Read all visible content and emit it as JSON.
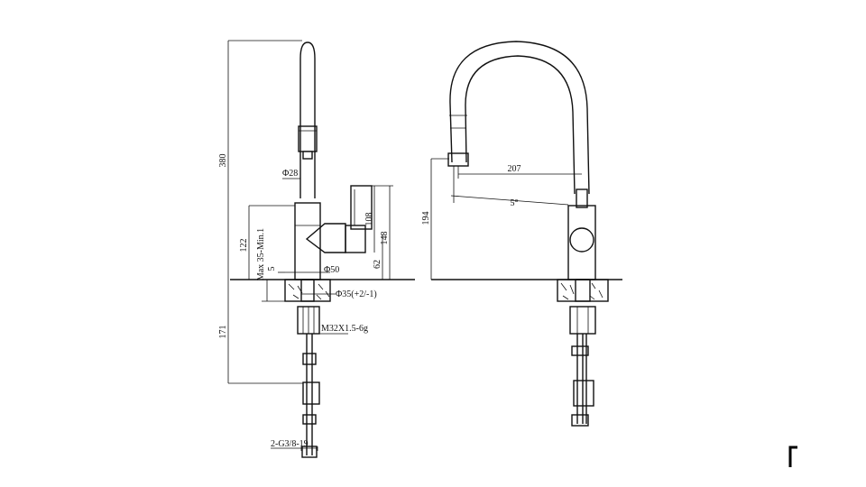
{
  "drawing": {
    "side_view": {
      "dims": {
        "total_height": "380",
        "spout_diameter": "Φ28",
        "body_height": "122",
        "handle_height": "108",
        "handle_block": "148",
        "handle_offset": "62",
        "mount_thickness": "Max 35-Min.1",
        "rim": "5",
        "base_diameter": "Φ50",
        "hole_diameter": "Φ35(+2/-1)",
        "below_height": "171",
        "thread": "M32X1.5-6g",
        "hose_thread": "2-G3/8-19"
      }
    },
    "front_view": {
      "dims": {
        "reach": "207",
        "spout_height": "194",
        "angle": "5°"
      }
    }
  }
}
